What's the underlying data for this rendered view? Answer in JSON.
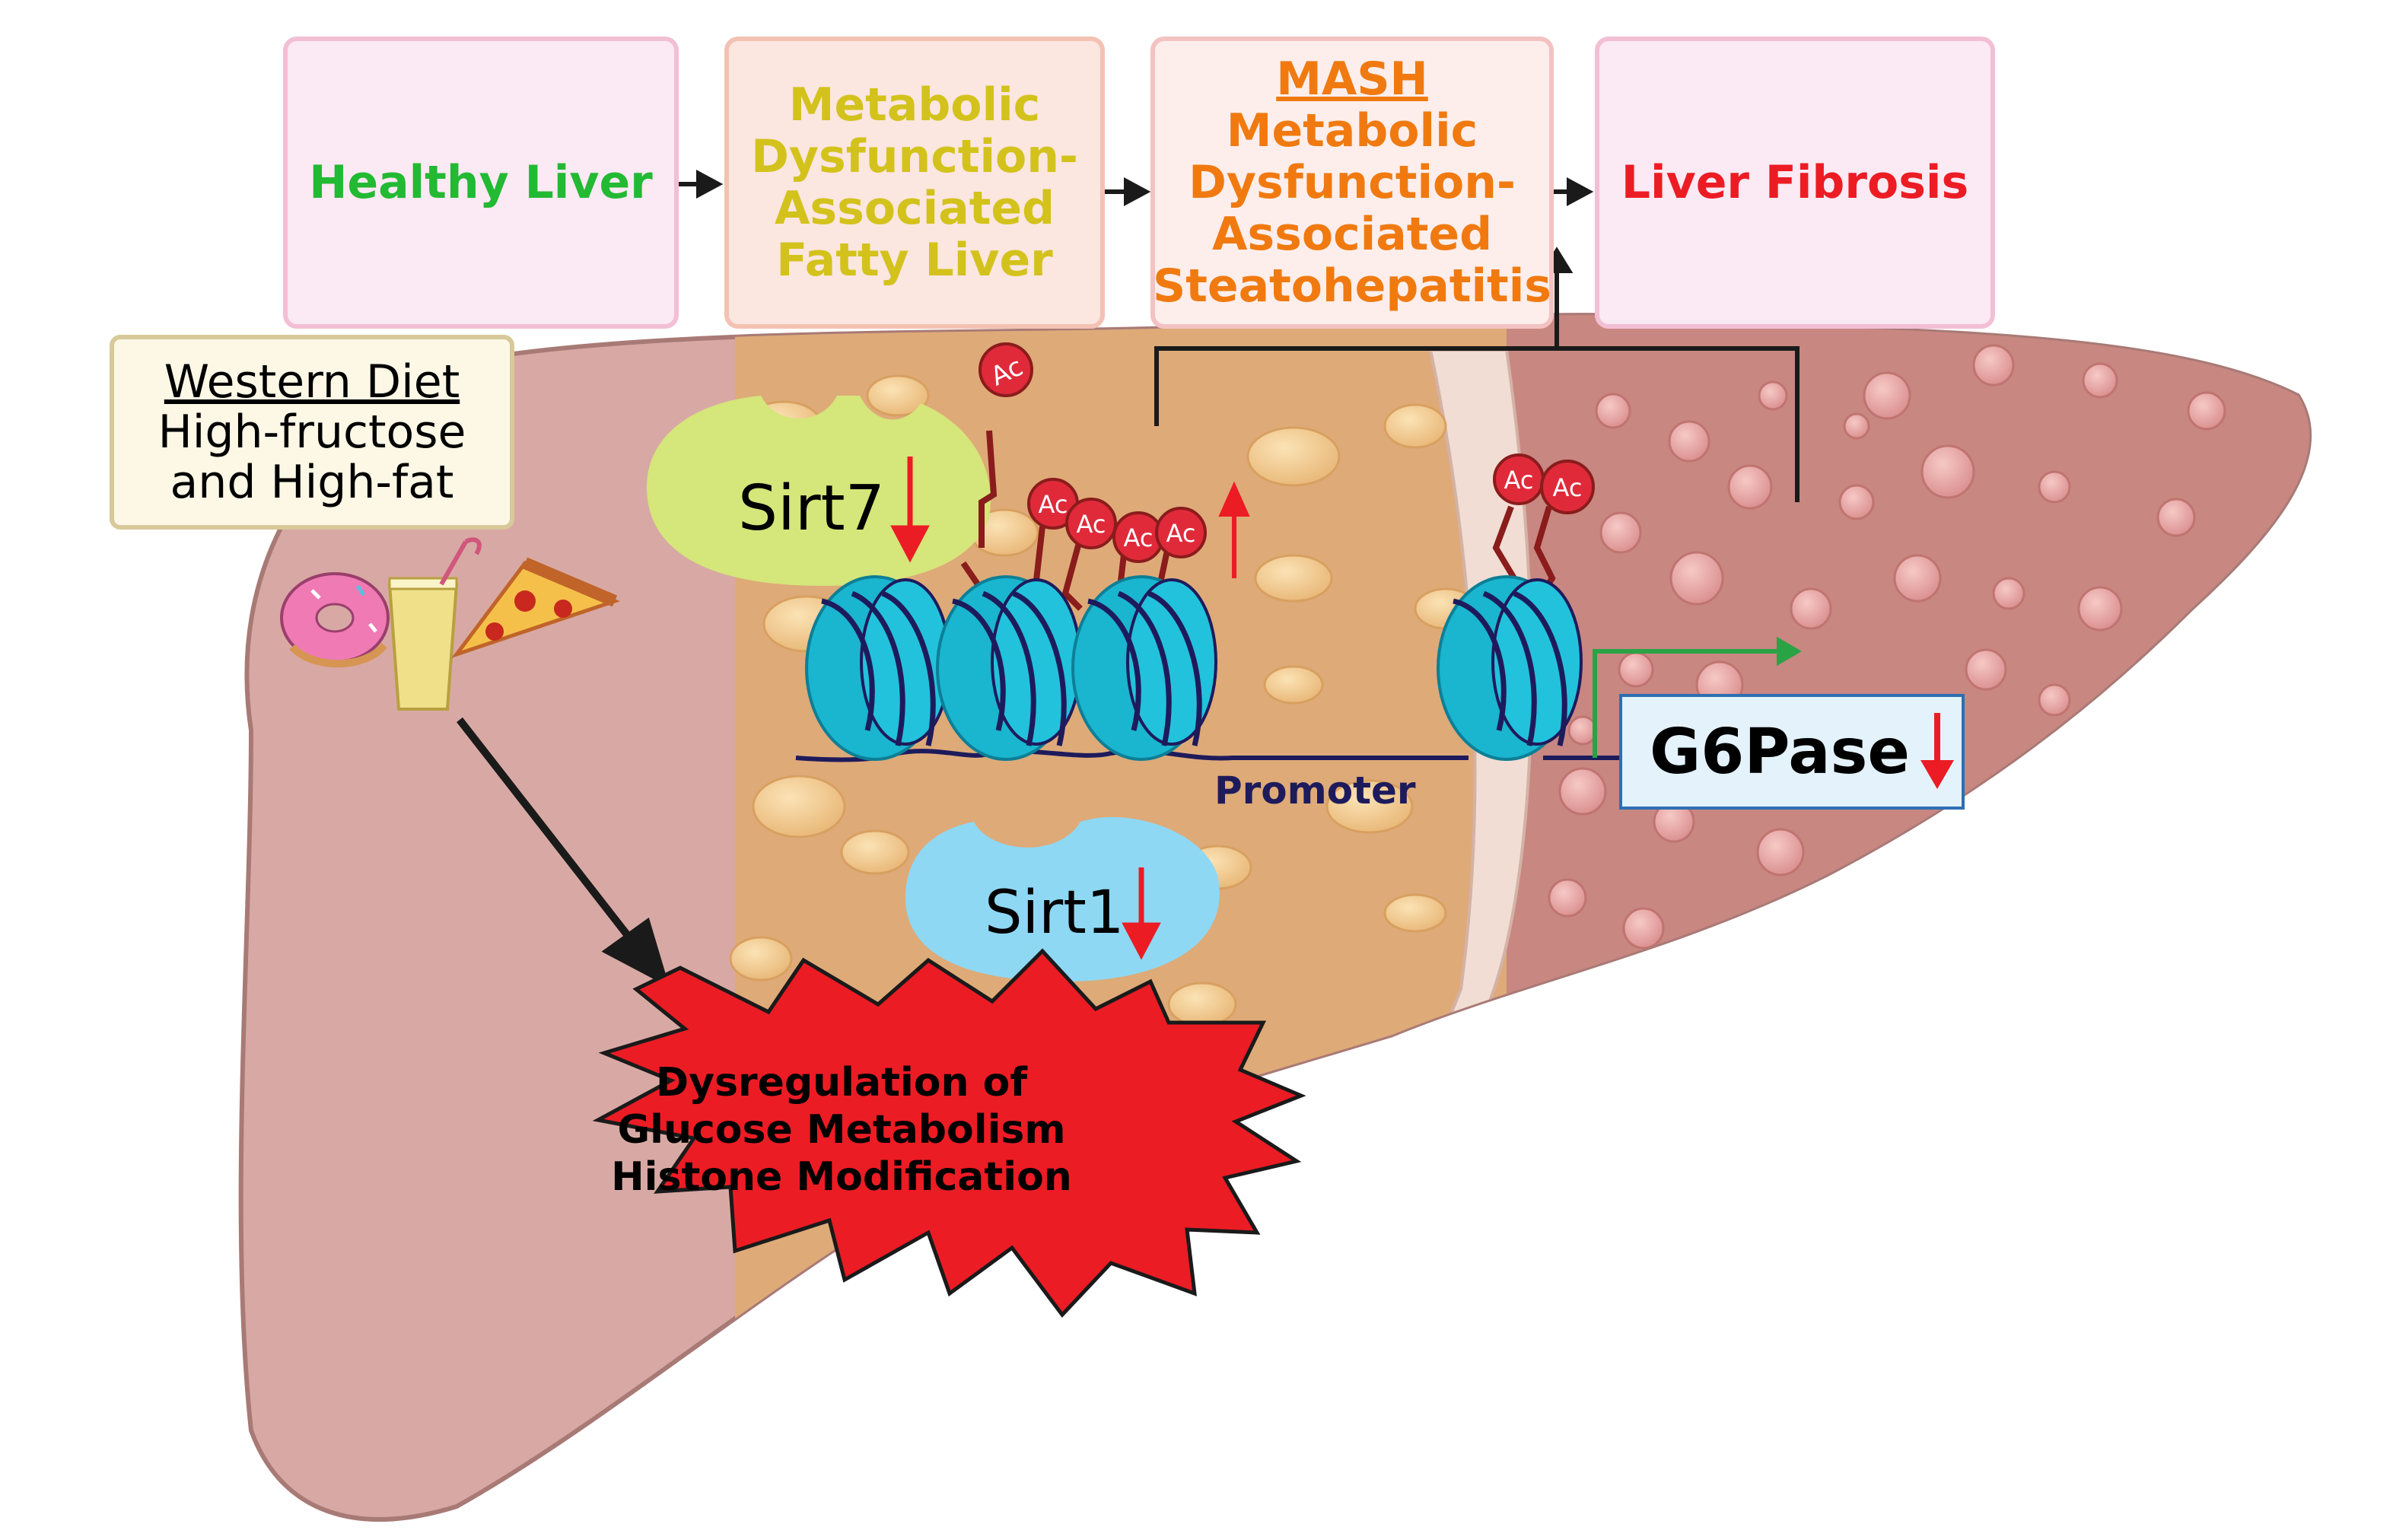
{
  "stages": [
    {
      "lines": [
        "Healthy Liver"
      ]
    },
    {
      "lines": [
        "Metabolic",
        "Dysfunction-",
        "Associated",
        "Fatty Liver"
      ]
    },
    {
      "title": "MASH",
      "lines": [
        "Metabolic",
        "Dysfunction-",
        "Associated",
        "Steatohepatitis"
      ]
    },
    {
      "lines": [
        "Liver Fibrosis"
      ]
    }
  ],
  "diet": {
    "title": "Western Diet",
    "line1": "High-fructose",
    "line2": "and High-fat"
  },
  "enzymes": {
    "sirt7": "Sirt7",
    "sirt1": "Sirt1"
  },
  "acetyl_label": "Ac",
  "promoter_label": "Promoter",
  "gene_label": "G6Pase",
  "outcome": {
    "line1": "Dysregulation of",
    "line2": "Glucose Metabolism",
    "line3": "Histone Modification"
  },
  "colors": {
    "healthy": "#22b933",
    "mafld": "#d3c21c",
    "mash": "#f07a10",
    "fibrosis": "#ec1c24",
    "down_arrow": "#ec1c24",
    "nucleosome": "#1ab5cf",
    "dna": "#1e1b5c",
    "burst": "#ec1c24",
    "transcription_arrow": "#2aa345"
  },
  "icons": [
    "donut-icon",
    "juice-glass-icon",
    "pizza-slice-icon",
    "down-arrow-icon",
    "up-arrow-icon",
    "acetyl-group-icon",
    "nucleosome-icon"
  ]
}
